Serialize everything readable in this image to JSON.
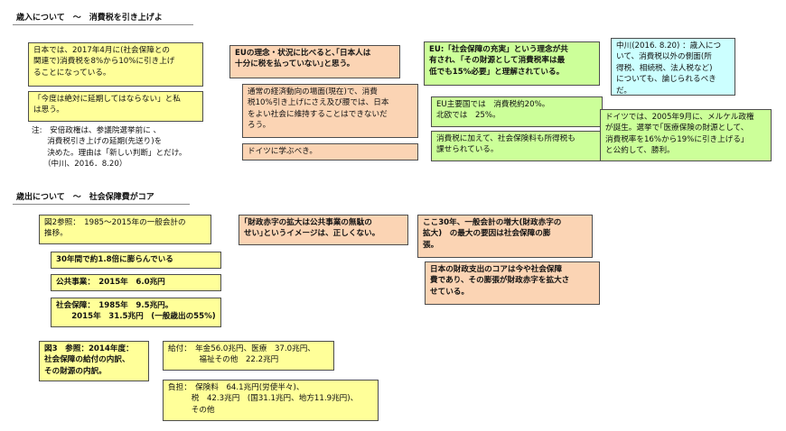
{
  "revenue_section": {
    "header": "歳入について　～　消費税を引き上げよ",
    "box_schedule": "日本では、2017年4月に(社会保障との\n関連で)消費税を8%から10%に引き上げ\nることになっている。",
    "box_no_delay": "「今度は絶対に延期してはならない」と私\nは思う。",
    "note": "注:　安倍政権は、参議院選挙前に 、\n　　消費税引き上げの延期(先送り)を\n　　決めた。理由は「新しい判断」とだけ。\n　　（中川、2016．8.20）",
    "box_eu_ideal": "EUの理念・状況に比べると､｢日本人は\n十分に税を払っていない｣と思う。",
    "box_economy": "通常の経済動向の場面(現在)で、消費\n税10%引き上げにさえ及び腰では、日本\nをよい社会に維持することはできないだ\nろう。",
    "box_germany_learn": "ドイツに学ぶべき。",
    "box_eu_social": "EU:「社会保障の充実」という理念が共\n有され､「その財源として消費税率は最\n低でも15%必要」と理解されている。",
    "box_eu_rates": "EU主要国では　消費税約20%。\n北欧では　25%。",
    "box_other_taxes": "消費税に加えて、社会保険料も所得税も\n課せられている。",
    "box_nakagawa": "中川(2016. 8.20) ：歳入につ\nいて、消費税以外の側面(所\n得税、相続税、法人税など)\nについても、論じられるべき\nだ。",
    "box_germany_2005": "ドイツでは、2005年9月に、メルケル政権\nが誕生。選挙で｢医療保険の財源として、\n消費税率を16%から19%に引き上げる｣\nと公約して、勝利。"
  },
  "expenditure_section": {
    "header": "歳出について　～　社会保障費がコア",
    "box_fig2": "図2参照：　1985～2015年の一般会計の\n推移。",
    "box_growth": "30年間で約1.8倍に膨らんでいる",
    "box_public_works": "公共事業：　2015年　6.0兆円",
    "box_social_security": "社会保障：　1985年　9.5兆円。\n　　2015年　31.5兆円　(一般歳出の55%)",
    "box_fig3": "図3　参照：2014年度：\n社会保障の給付の内訳、\nその財源の内訳。",
    "box_benefits": "給付：　年金56.0兆円、医療　37.0兆円、\n　　　　福祉その他　22.2兆円",
    "box_burden": "負担：　保険料　64.1兆円(労使半々)、\n　　　税　42.3兆円　(国31.1兆円、地方11.9兆円)、\n　　　その他",
    "box_deficit_myth": "｢財政赤字の拡大は公共事業の無駄の\nせい｣というイメージは、正しくない。",
    "box_30years": "ここ30年、一般会計の増大(財政赤字の\n拡大)　の最大の要因は社会保障の膨\n張。",
    "box_core": "日本の財政支出のコアは今や社会保障\n費であり、その膨張が財政赤字を拡大さ\nせている。"
  },
  "colors": {
    "yellow": "#ffff99",
    "orange": "#fbd4b4",
    "green": "#ccff99",
    "cyan": "#ccffff",
    "border": "#4d4d4d"
  }
}
